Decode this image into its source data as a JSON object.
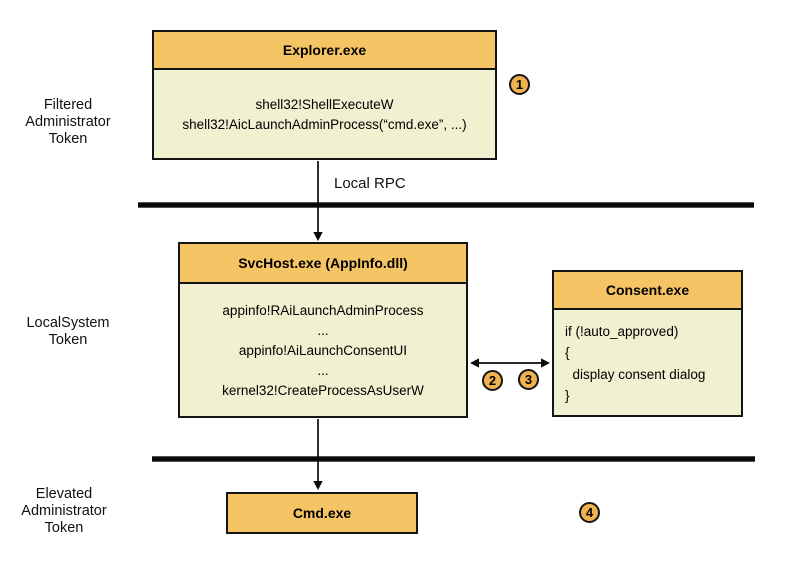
{
  "colors": {
    "header_orange": "#F5C464",
    "body_cream": "#F1F0D0",
    "badge_orange": "#F0B24E",
    "line_black": "#0A0A0A"
  },
  "token_labels": {
    "filtered": "Filtered\nAdministrator\nToken",
    "localsystem": "LocalSystem\nToken",
    "elevated": "Elevated\nAdministrator\nToken"
  },
  "boxes": {
    "explorer": {
      "title": "Explorer.exe",
      "body": "shell32!ShellExecuteW\nshell32!AicLaunchAdminProcess(“cmd.exe”, ...)"
    },
    "svchost": {
      "title": "SvcHost.exe (AppInfo.dll)",
      "body": "appinfo!RAiLaunchAdminProcess\n...\nappinfo!AiLaunchConsentUI\n...\nkernel32!CreateProcessAsUserW"
    },
    "consent": {
      "title": "Consent.exe",
      "body": "if (!auto_approved)\n{\n  display consent dialog\n}"
    },
    "cmd": {
      "title": "Cmd.exe"
    }
  },
  "arrow_labels": {
    "local_rpc": "Local RPC"
  },
  "step_badges": [
    "1",
    "2",
    "3",
    "4"
  ]
}
